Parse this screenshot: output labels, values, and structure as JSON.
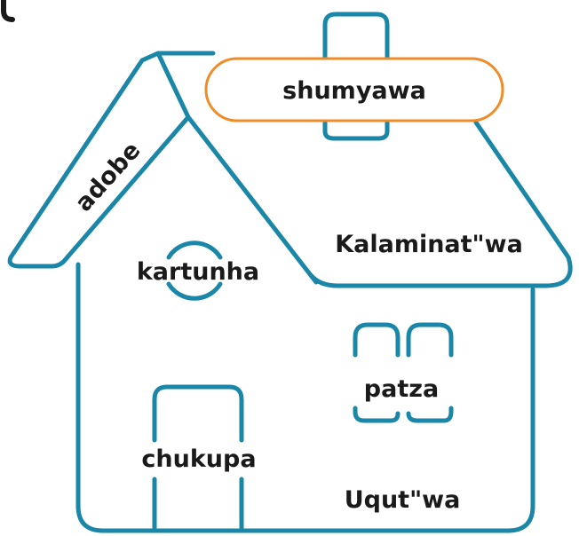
{
  "labels": {
    "chimney": "shumyawa",
    "roof_edge": "adobe",
    "roof": "Kalaminat\"wa",
    "round_window": "kartunha",
    "window": "patza",
    "door": "chukupa",
    "wall": "Uqut\"wa"
  },
  "colors": {
    "outline": "#1a86a8",
    "highlight": "#f08c28",
    "text": "#1a1a1a",
    "background": "#ffffff"
  }
}
